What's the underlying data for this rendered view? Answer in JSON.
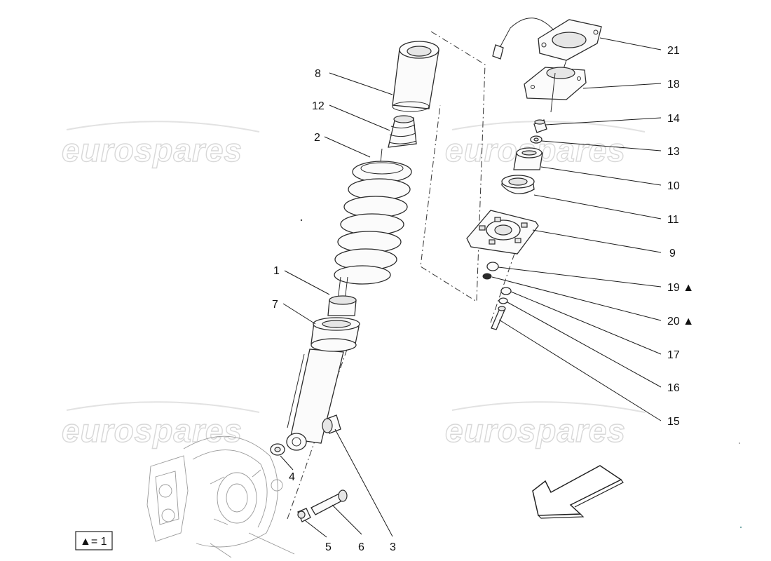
{
  "watermark": {
    "text": "eurospares"
  },
  "callouts": [
    {
      "id": "c8",
      "number": "8"
    },
    {
      "id": "c12",
      "number": "12"
    },
    {
      "id": "c2",
      "number": "2"
    },
    {
      "id": "c1",
      "number": "1"
    },
    {
      "id": "c7",
      "number": "7"
    },
    {
      "id": "c4",
      "number": "4"
    },
    {
      "id": "c5",
      "number": "5"
    },
    {
      "id": "c6",
      "number": "6"
    },
    {
      "id": "c3",
      "number": "3"
    },
    {
      "id": "c21",
      "number": "21"
    },
    {
      "id": "c18",
      "number": "18"
    },
    {
      "id": "c14",
      "number": "14"
    },
    {
      "id": "c13",
      "number": "13"
    },
    {
      "id": "c10",
      "number": "10"
    },
    {
      "id": "c11",
      "number": "11"
    },
    {
      "id": "c9",
      "number": "9"
    },
    {
      "id": "c19",
      "number": "19 ▲"
    },
    {
      "id": "c20",
      "number": "20 ▲"
    },
    {
      "id": "c17",
      "number": "17"
    },
    {
      "id": "c16",
      "number": "16"
    },
    {
      "id": "c15",
      "number": "15"
    }
  ],
  "legend": {
    "text": "▲= 1"
  }
}
